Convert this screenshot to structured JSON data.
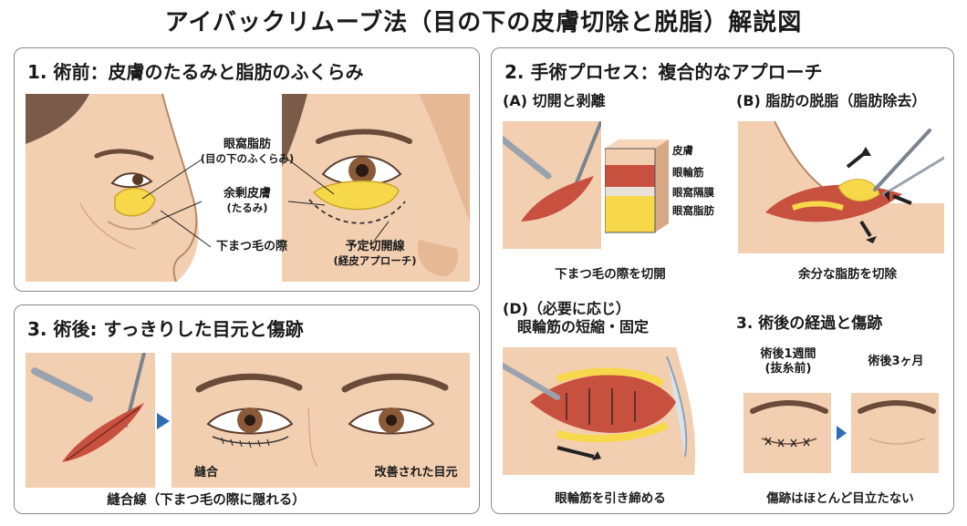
{
  "title": "アイバックリムーブ法（目の下の皮膚切除と脱脂）解説図",
  "panel1": {
    "heading": "1. 術前：皮膚のたるみと脂肪のふくらみ",
    "labels": {
      "orbital_fat": "眼窩脂肪",
      "orbital_fat_note": "(目の下のふくらみ)",
      "excess_skin": "余剰皮膚",
      "excess_skin_note": "(たるみ)",
      "lash_line": "下まつ毛の際",
      "incision_line": "予定切開線",
      "incision_note": "(経皮アプローチ)"
    }
  },
  "panel2": {
    "heading": "2. 手術プロセス：複合的なアプローチ",
    "step_a": {
      "title": "(A) 切開と剥離",
      "layers": [
        "皮膚",
        "眼輪筋",
        "眼窩隔膜",
        "眼窩脂肪"
      ],
      "caption": "下まつ毛の際を切開"
    },
    "step_b": {
      "title": "(B) 脂肪の脱脂（脂肪除去）",
      "caption": "余分な脂肪を切除"
    },
    "step_d": {
      "title_line1": "(D)（必要に応じ）",
      "title_line2": "眼輪筋の短縮・固定",
      "caption": "眼輪筋を引き締める"
    },
    "step_3": {
      "title": "3. 術後の経過と傷跡",
      "week_label_1": "術後1週間",
      "week_label_2": "(抜糸前)",
      "month_label": "術後3ヶ月",
      "caption": "傷跡はほとんど目立たない"
    }
  },
  "panel3": {
    "heading": "3. 術後: すっきりした目元と傷跡",
    "suture_label": "縫合",
    "improved_label": "改善された目元",
    "caption": "縫合線（下まつ毛の際に隠れる）"
  },
  "colors": {
    "skin": "#f3cfb1",
    "skin_dark": "#e6b896",
    "fat": "#f7d84a",
    "muscle": "#c8503e",
    "arrow_blue": "#2f6db5"
  }
}
